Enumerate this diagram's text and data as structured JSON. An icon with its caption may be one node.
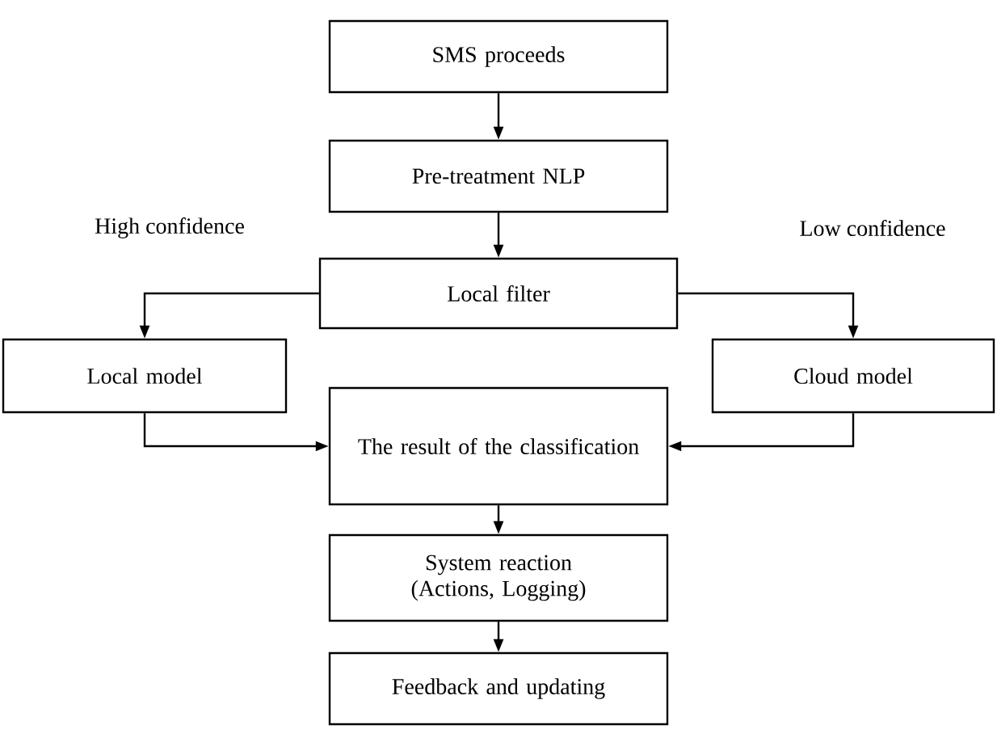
{
  "diagram": {
    "nodes": [
      {
        "text": [
          "SMS proceeds"
        ]
      },
      {
        "text": [
          "Pre-treatment NLP"
        ]
      },
      {
        "text": [
          "Local filter"
        ]
      },
      {
        "text": [
          "Local model"
        ]
      },
      {
        "text": [
          "Cloud model"
        ]
      },
      {
        "text": [
          "The result of the classification"
        ]
      },
      {
        "text": [
          "System reaction (Actions, Logging)"
        ]
      },
      {
        "text": [
          "Feedback and updating"
        ]
      }
    ],
    "edges": [
      {
        "from": 0,
        "to": 1,
        "arrow": "to"
      },
      {
        "from": 1,
        "to": 2,
        "arrow": "to"
      },
      {
        "from": 2,
        "to": 3,
        "arrow": "to"
      },
      {
        "from": 2,
        "to": 4,
        "arrow": "to"
      },
      {
        "from": 3,
        "to": 5,
        "arrow": "to"
      },
      {
        "from": 4,
        "to": 5,
        "arrow": "to"
      },
      {
        "from": 5,
        "to": 6,
        "arrow": "to"
      },
      {
        "from": 6,
        "to": 7,
        "arrow": "to"
      }
    ],
    "labels": [
      "High confidence",
      "Low confidence"
    ]
  }
}
